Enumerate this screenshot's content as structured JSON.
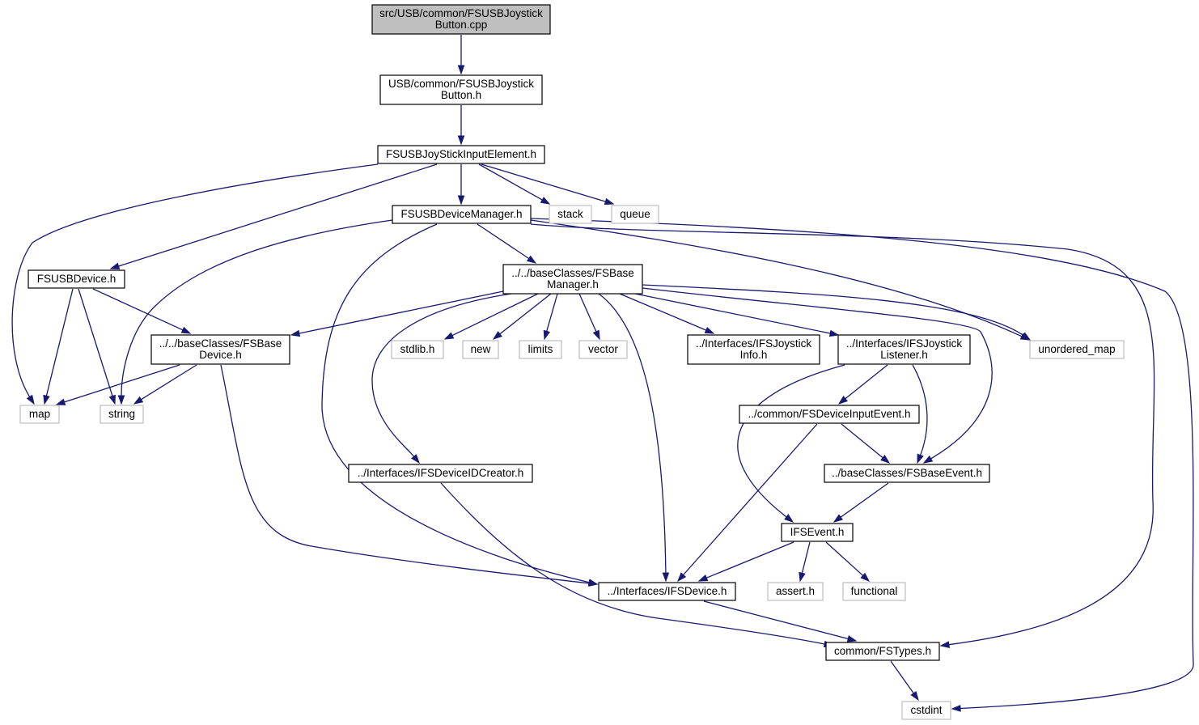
{
  "colors": {
    "edge": "#191970",
    "file_border": "#000000",
    "system_border": "#bfbfbf",
    "root_fill": "#bfbfbf",
    "node_fill": "#ffffff",
    "text": "#000000"
  },
  "nodes": [
    {
      "id": "root",
      "kind": "root",
      "lines": [
        "src/USB/common/FSUSBJoystick",
        "Button.cpp"
      ]
    },
    {
      "id": "usb_button_h",
      "kind": "file",
      "lines": [
        "USB/common/FSUSBJoystick",
        "Button.h"
      ]
    },
    {
      "id": "input_element_h",
      "kind": "file",
      "lines": [
        "FSUSBJoyStickInputElement.h"
      ]
    },
    {
      "id": "device_manager_h",
      "kind": "file",
      "lines": [
        "FSUSBDeviceManager.h"
      ]
    },
    {
      "id": "stack",
      "kind": "system",
      "lines": [
        "stack"
      ]
    },
    {
      "id": "queue",
      "kind": "system",
      "lines": [
        "queue"
      ]
    },
    {
      "id": "usb_device_h",
      "kind": "file",
      "lines": [
        "FSUSBDevice.h"
      ]
    },
    {
      "id": "base_manager_h",
      "kind": "file",
      "lines": [
        "../../baseClasses/FSBase",
        "Manager.h"
      ]
    },
    {
      "id": "base_device_h",
      "kind": "file",
      "lines": [
        "../../baseClasses/FSBase",
        "Device.h"
      ]
    },
    {
      "id": "stdlib",
      "kind": "system",
      "lines": [
        "stdlib.h"
      ]
    },
    {
      "id": "new",
      "kind": "system",
      "lines": [
        "new"
      ]
    },
    {
      "id": "limits",
      "kind": "system",
      "lines": [
        "limits"
      ]
    },
    {
      "id": "vector",
      "kind": "system",
      "lines": [
        "vector"
      ]
    },
    {
      "id": "joystick_info_h",
      "kind": "file",
      "lines": [
        "../Interfaces/IFSJoystick",
        "Info.h"
      ]
    },
    {
      "id": "joystick_listener_h",
      "kind": "file",
      "lines": [
        "../Interfaces/IFSJoystick",
        "Listener.h"
      ]
    },
    {
      "id": "unordered_map",
      "kind": "system",
      "lines": [
        "unordered_map"
      ]
    },
    {
      "id": "map",
      "kind": "system",
      "lines": [
        "map"
      ]
    },
    {
      "id": "string",
      "kind": "system",
      "lines": [
        "string"
      ]
    },
    {
      "id": "device_input_event_h",
      "kind": "file",
      "lines": [
        "../common/FSDeviceInputEvent.h"
      ]
    },
    {
      "id": "device_id_creator_h",
      "kind": "file",
      "lines": [
        "../Interfaces/IFSDeviceIDCreator.h"
      ]
    },
    {
      "id": "base_event_h",
      "kind": "file",
      "lines": [
        "../baseClasses/FSBaseEvent.h"
      ]
    },
    {
      "id": "ifs_event_h",
      "kind": "file",
      "lines": [
        "IFSEvent.h"
      ]
    },
    {
      "id": "ifs_device_h",
      "kind": "file",
      "lines": [
        "../Interfaces/IFSDevice.h"
      ]
    },
    {
      "id": "assert",
      "kind": "system",
      "lines": [
        "assert.h"
      ]
    },
    {
      "id": "functional",
      "kind": "system",
      "lines": [
        "functional"
      ]
    },
    {
      "id": "fstypes_h",
      "kind": "file",
      "lines": [
        "common/FSTypes.h"
      ]
    },
    {
      "id": "cstdint",
      "kind": "system",
      "lines": [
        "cstdint"
      ]
    }
  ],
  "edges": [
    [
      "root",
      "usb_button_h"
    ],
    [
      "usb_button_h",
      "input_element_h"
    ],
    [
      "input_element_h",
      "device_manager_h"
    ],
    [
      "input_element_h",
      "stack"
    ],
    [
      "input_element_h",
      "queue"
    ],
    [
      "input_element_h",
      "usb_device_h"
    ],
    [
      "input_element_h",
      "map"
    ],
    [
      "device_manager_h",
      "base_manager_h"
    ],
    [
      "device_manager_h",
      "string"
    ],
    [
      "device_manager_h",
      "ifs_device_h"
    ],
    [
      "device_manager_h",
      "unordered_map"
    ],
    [
      "device_manager_h",
      "fstypes_h"
    ],
    [
      "device_manager_h",
      "cstdint"
    ],
    [
      "usb_device_h",
      "map"
    ],
    [
      "usb_device_h",
      "string"
    ],
    [
      "usb_device_h",
      "base_device_h"
    ],
    [
      "base_manager_h",
      "base_device_h"
    ],
    [
      "base_manager_h",
      "device_id_creator_h"
    ],
    [
      "base_manager_h",
      "stdlib"
    ],
    [
      "base_manager_h",
      "new"
    ],
    [
      "base_manager_h",
      "limits"
    ],
    [
      "base_manager_h",
      "vector"
    ],
    [
      "base_manager_h",
      "ifs_device_h"
    ],
    [
      "base_manager_h",
      "joystick_info_h"
    ],
    [
      "base_manager_h",
      "joystick_listener_h"
    ],
    [
      "base_manager_h",
      "base_event_h"
    ],
    [
      "base_manager_h",
      "unordered_map"
    ],
    [
      "base_device_h",
      "map"
    ],
    [
      "base_device_h",
      "string"
    ],
    [
      "base_device_h",
      "ifs_device_h"
    ],
    [
      "joystick_listener_h",
      "device_input_event_h"
    ],
    [
      "joystick_listener_h",
      "base_event_h"
    ],
    [
      "joystick_listener_h",
      "ifs_event_h"
    ],
    [
      "device_input_event_h",
      "base_event_h"
    ],
    [
      "device_input_event_h",
      "ifs_device_h"
    ],
    [
      "device_id_creator_h",
      "fstypes_h"
    ],
    [
      "base_event_h",
      "ifs_event_h"
    ],
    [
      "ifs_event_h",
      "ifs_device_h"
    ],
    [
      "ifs_event_h",
      "assert"
    ],
    [
      "ifs_event_h",
      "functional"
    ],
    [
      "ifs_device_h",
      "fstypes_h"
    ],
    [
      "fstypes_h",
      "cstdint"
    ]
  ]
}
